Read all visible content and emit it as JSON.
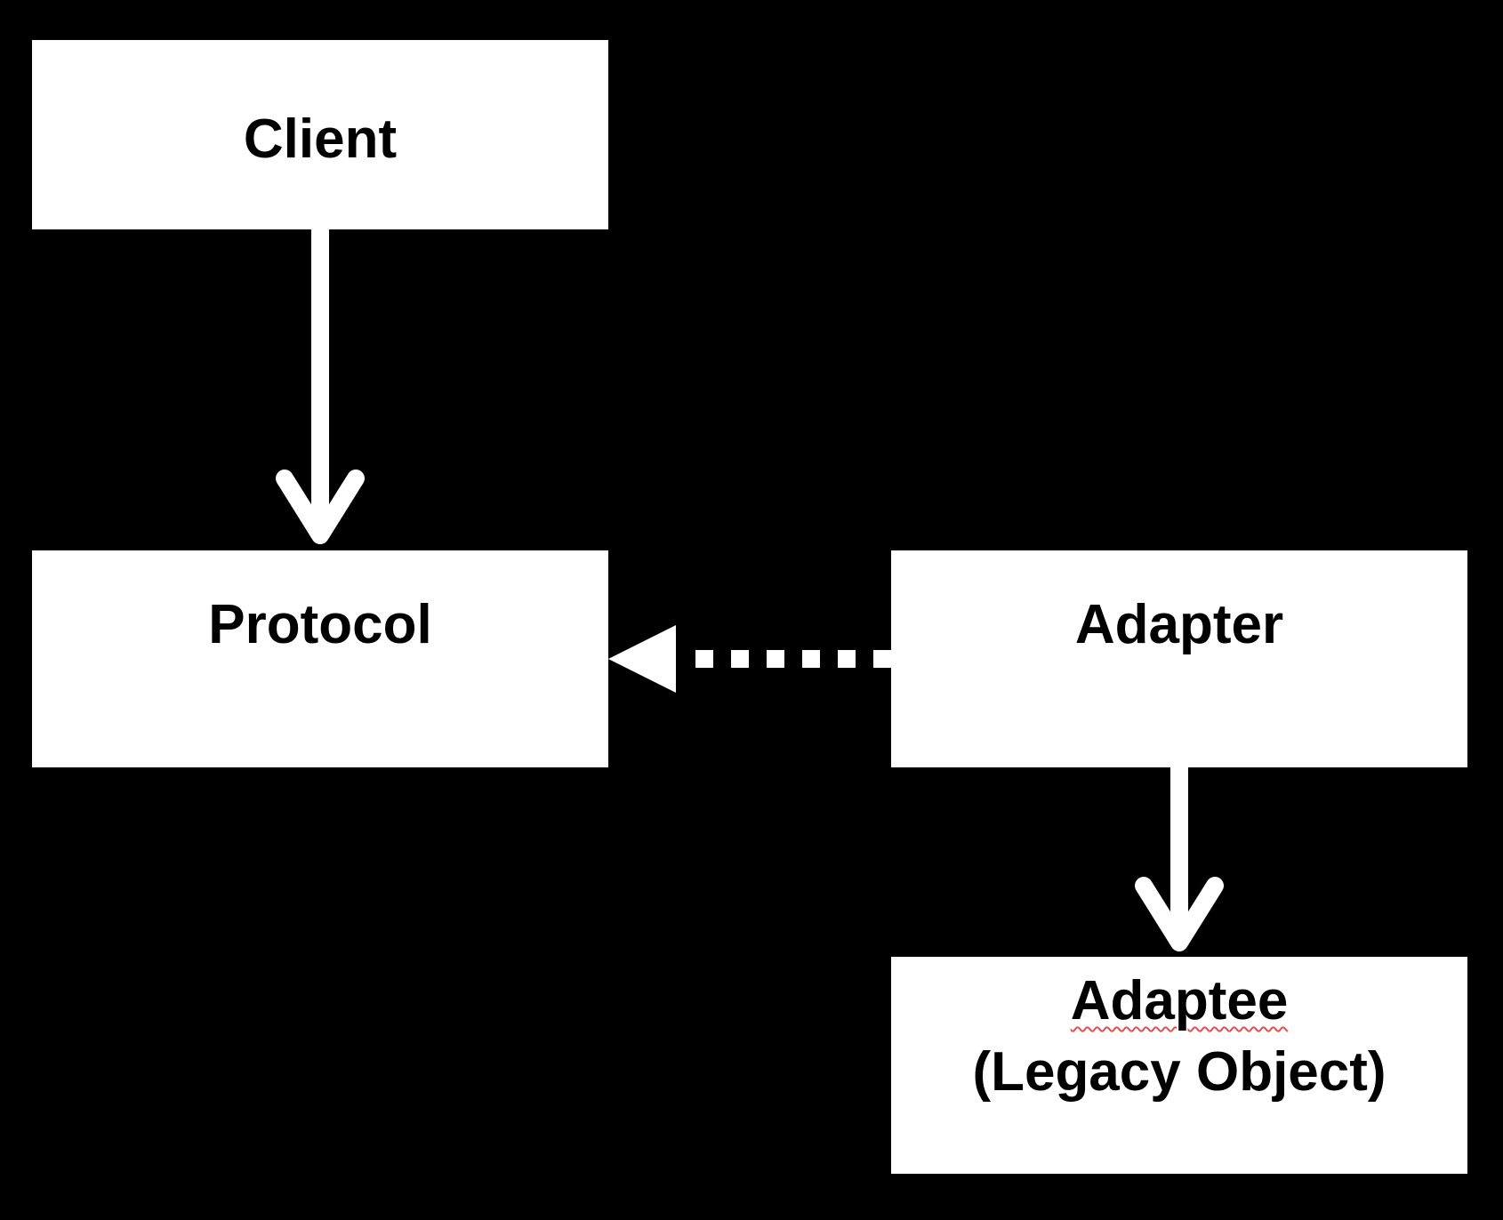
{
  "diagram": {
    "nodes": {
      "client": {
        "label": "Client"
      },
      "protocol": {
        "label": "Protocol"
      },
      "adapter": {
        "label": "Adapter"
      },
      "adaptee": {
        "label": "Adaptee",
        "sublabel": "(Legacy Object)"
      }
    },
    "edges": [
      {
        "from": "client",
        "to": "protocol",
        "style": "solid",
        "arrowhead": "open"
      },
      {
        "from": "adapter",
        "to": "protocol",
        "style": "dotted",
        "arrowhead": "hollow-triangle"
      },
      {
        "from": "adapter",
        "to": "adaptee",
        "style": "solid",
        "arrowhead": "open"
      }
    ],
    "colors": {
      "background": "#000000",
      "node_fill": "#ffffff",
      "node_text": "#000000",
      "edge": "#ffffff",
      "spellcheck_underline": "#e05050"
    }
  }
}
